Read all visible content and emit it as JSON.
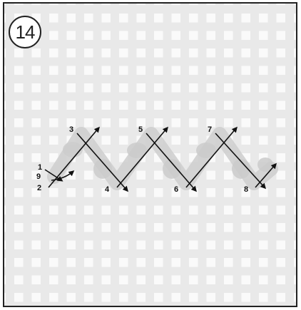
{
  "figure": {
    "step_number": "14"
  },
  "points": {
    "p1": "1",
    "p2": "2",
    "p3": "3",
    "p4": "4",
    "p5": "5",
    "p6": "6",
    "p7": "7",
    "p8": "8",
    "p9": "9"
  },
  "colors": {
    "grid_thread": "#d9d9d9",
    "yarn_shadow": "#cfcfcf",
    "needle_line": "#111111",
    "frame": "#222222"
  }
}
